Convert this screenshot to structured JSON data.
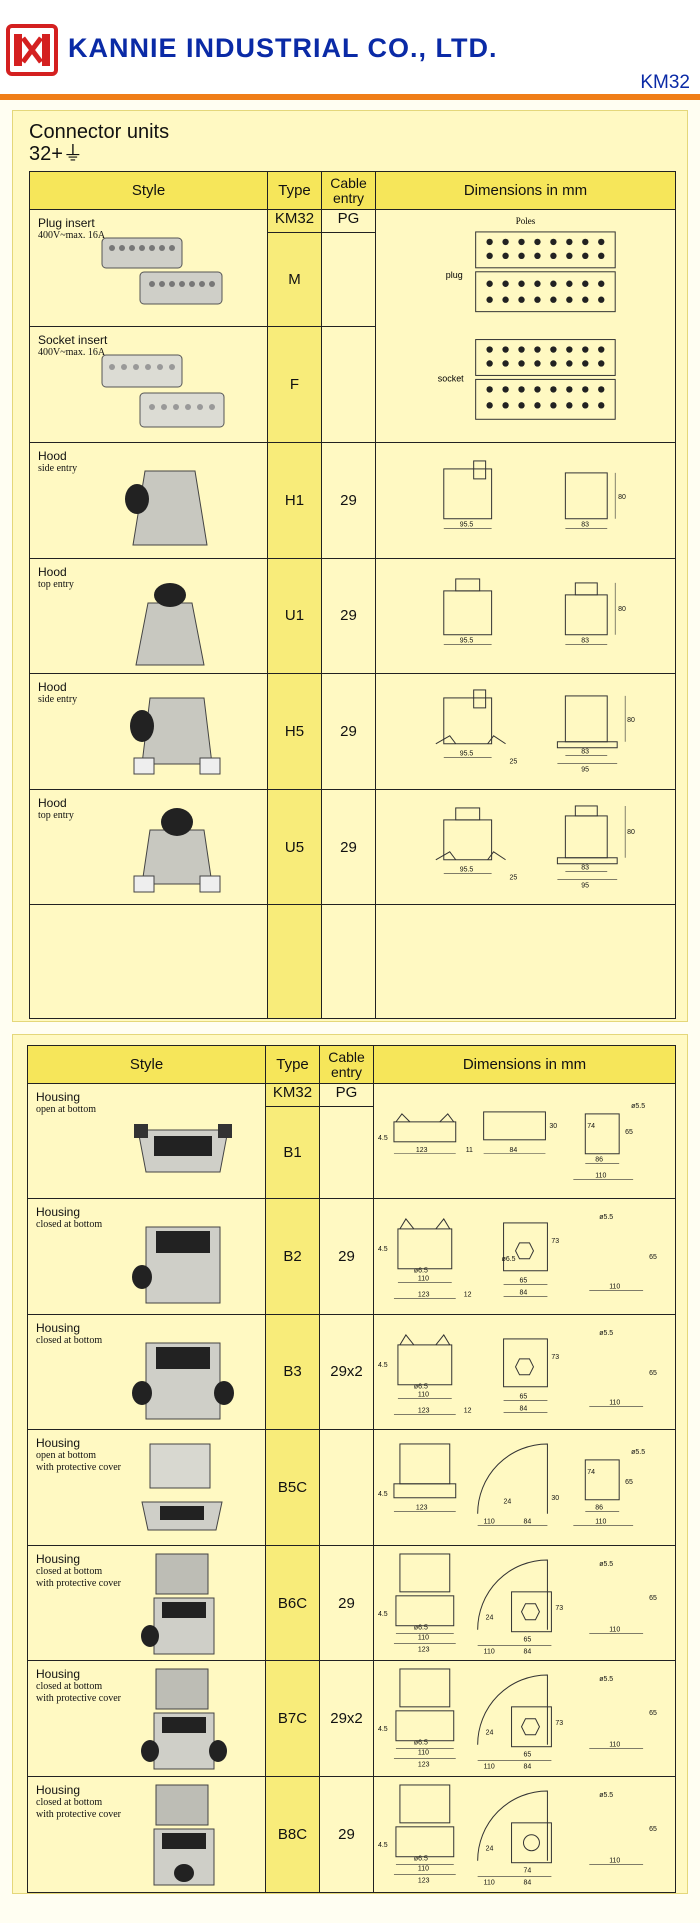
{
  "header": {
    "company": "KANNIE INDUSTRIAL CO., LTD.",
    "model": "KM32"
  },
  "section1": {
    "title": "Connector units",
    "subtitle": "32+⏚",
    "col_style": "Style",
    "col_type": "Type",
    "col_cable": "Cable entry",
    "col_dims": "Dimensions in mm",
    "type_sub": "KM32",
    "cable_sub": "PG",
    "poles_label": "Poles",
    "plug_label": "plug",
    "socket_label": "socket",
    "rows": [
      {
        "style": "Plug insert",
        "desc": "400V~max. 16A",
        "type": "M",
        "cable": ""
      },
      {
        "style": "Socket insert",
        "desc": "400V~max. 16A",
        "type": "F",
        "cable": ""
      },
      {
        "style": "Hood",
        "desc": "side entry",
        "type": "H1",
        "cable": "29"
      },
      {
        "style": "Hood",
        "desc": "top entry",
        "type": "U1",
        "cable": "29"
      },
      {
        "style": "Hood",
        "desc": "side entry",
        "type": "H5",
        "cable": "29"
      },
      {
        "style": "Hood",
        "desc": "top entry",
        "type": "U5",
        "cable": "29"
      },
      {
        "style": "",
        "desc": "",
        "type": "",
        "cable": ""
      }
    ]
  },
  "section2": {
    "col_style": "Style",
    "col_type": "Type",
    "col_cable": "Cable entry",
    "col_dims": "Dimensions in mm",
    "type_sub": "KM32",
    "cable_sub": "PG",
    "rows": [
      {
        "style": "Housing",
        "desc": "open at bottom",
        "type": "B1",
        "cable": ""
      },
      {
        "style": "Housing",
        "desc": "closed at bottom",
        "type": "B2",
        "cable": "29"
      },
      {
        "style": "Housing",
        "desc": "closed at bottom",
        "type": "B3",
        "cable": "29x2"
      },
      {
        "style": "Housing",
        "desc": "open at bottom\nwith protective cover",
        "type": "B5C",
        "cable": ""
      },
      {
        "style": "Housing",
        "desc": "closed at bottom\nwith protective cover",
        "type": "B6C",
        "cable": "29"
      },
      {
        "style": "Housing",
        "desc": "closed at bottom\nwith protective cover",
        "type": "B7C",
        "cable": "29x2"
      },
      {
        "style": "Housing",
        "desc": "closed at bottom\nwith protective cover",
        "type": "B8C",
        "cable": "29"
      }
    ]
  },
  "dims": {
    "hood": {
      "w1": "95.5",
      "w2": "83",
      "h": "80",
      "e": "25",
      "w3": "95"
    },
    "base": {
      "a": "123",
      "b": "11",
      "c": "84",
      "d": "86",
      "e": "110",
      "f": "4.5",
      "g": "74",
      "h": "65",
      "phi": "ø5.5",
      "k": "30",
      "m": "12",
      "n": "110",
      "p": "24",
      "q": "ø6.5",
      "r": "73"
    }
  }
}
